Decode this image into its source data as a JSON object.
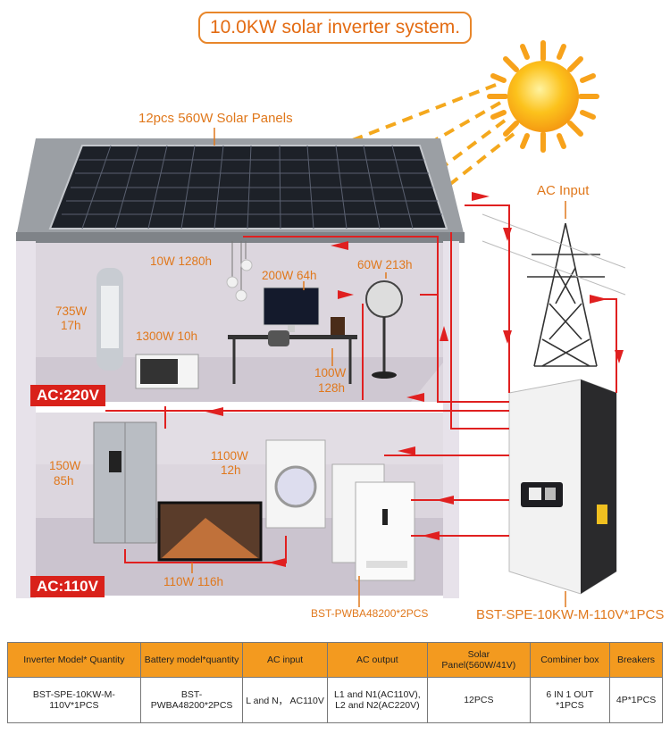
{
  "title": "10.0KW solar inverter system.",
  "panels_label": "12pcs 560W Solar Panels",
  "ac_input_label": "AC Input",
  "floor_220": "AC:220V",
  "floor_110": "AC:110V",
  "loads": {
    "lights": "10W 1280h",
    "computer": "200W 64h",
    "fan": "60W 213h",
    "tower_fan_power": "735W",
    "tower_fan_hours": "17h",
    "microwave": "1300W 10h",
    "speaker_power": "100W",
    "speaker_hours": "128h",
    "fridge_power": "150W",
    "fridge_hours": "85h",
    "washer_power": "1100W",
    "washer_hours": "12h",
    "tv": "110W 116h"
  },
  "battery_label": "BST-PWBA48200*2PCS",
  "inverter_label": "BST-SPE-10KW-M-110V*1PCS",
  "table": {
    "headers": [
      "Inverter Model* Quantity",
      "Battery model*quantity",
      "AC input",
      "AC output",
      "Solar Panel(560W/41V)",
      "Combiner box",
      "Breakers"
    ],
    "row": [
      "BST-SPE-10KW-M-110V*1PCS",
      "BST-PWBA48200*2PCS",
      "L and N， AC110V",
      "L1 and N1(AC110V),\nL2 and N2(AC220V)",
      "12PCS",
      "6 IN 1 OUT *1PCS",
      "4P*1PCS"
    ]
  },
  "colors": {
    "accent": "#e8862a",
    "wire": "#e02020",
    "tag": "#d9211a",
    "header": "#f39a1f"
  }
}
